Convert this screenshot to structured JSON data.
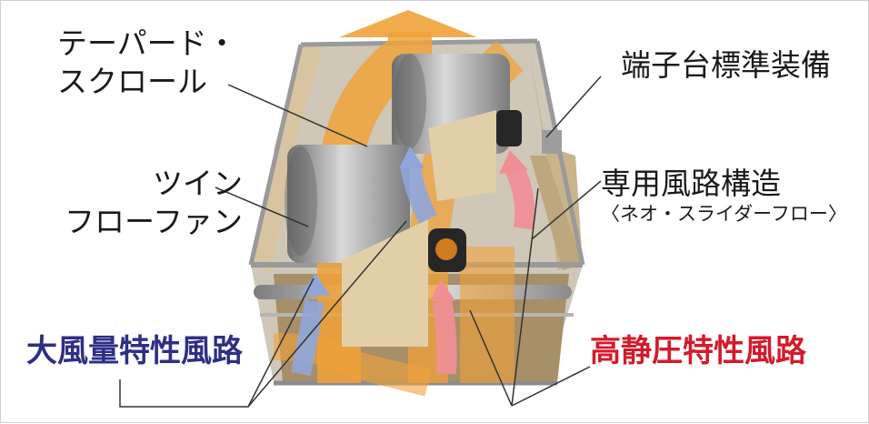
{
  "labels": {
    "taper_scroll": [
      "テーパード・",
      "スクロール"
    ],
    "twin_fan": [
      "ツイン",
      "フローファン"
    ],
    "terminal": "端子台標準装備",
    "duct_structure": "専用風路構造",
    "duct_structure_sub": "〈ネオ・スライダーフロー〉",
    "large_airflow": "大風量特性風路",
    "high_pressure": "高静圧特性風路"
  },
  "colors": {
    "orange_flow": "#f0a23a",
    "blue_flow": "#8fa6dc",
    "pink_flow": "#ef8f95",
    "large_airflow_text": "#2d2f86",
    "high_pressure_text": "#d51a2a",
    "panel": "#dcc9a6",
    "frame": "#a9a9a9"
  },
  "icons": [
    "up-arrow-icon"
  ]
}
